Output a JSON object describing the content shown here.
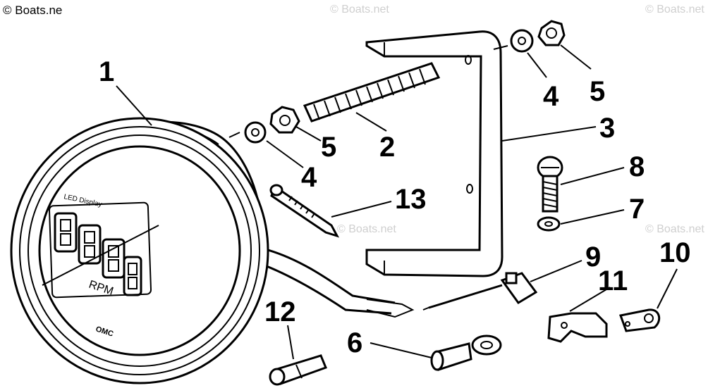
{
  "watermark": {
    "main": "© Boats.ne",
    "faint": "© Boats.net"
  },
  "gauge_face": {
    "top_text": "LED Display",
    "unit": "RPM",
    "brand": "OMC"
  },
  "callouts": {
    "p1": "1",
    "p2": "2",
    "p3": "3",
    "p4a": "4",
    "p4b": "4",
    "p5a": "5",
    "p5b": "5",
    "p6": "6",
    "p7": "7",
    "p8": "8",
    "p9": "9",
    "p10": "10",
    "p11": "11",
    "p12": "12",
    "p13": "13"
  }
}
